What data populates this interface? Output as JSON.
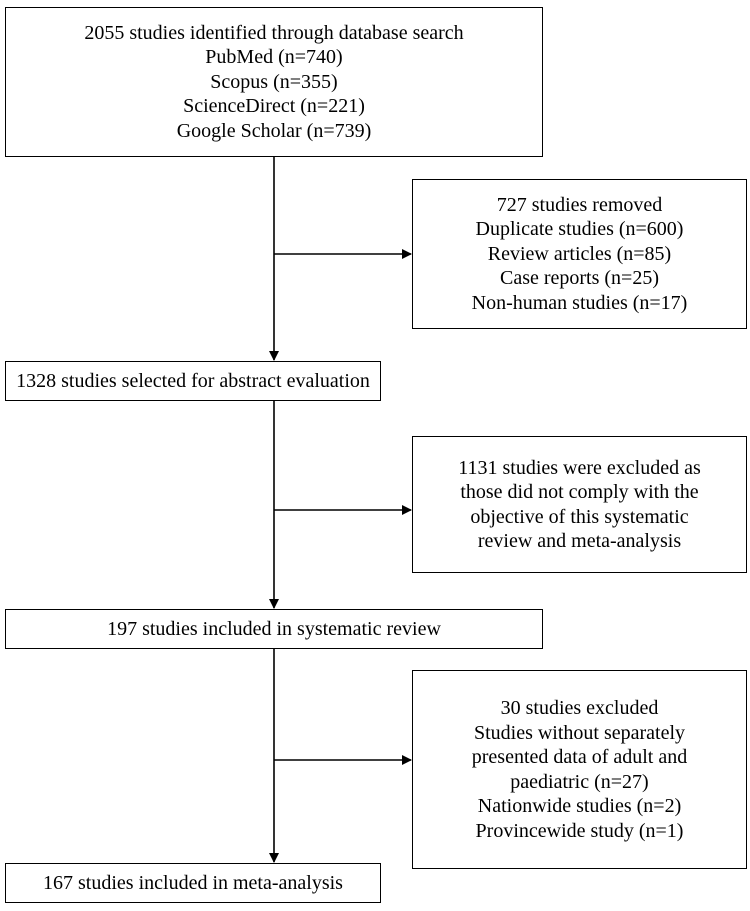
{
  "identified": {
    "title": "2055 studies identified through database search",
    "sources": [
      "PubMed (n=740)",
      "Scopus (n=355)",
      "ScienceDirect (n=221)",
      "Google Scholar (n=739)"
    ]
  },
  "removed": {
    "title": "727 studies removed",
    "reasons": [
      "Duplicate studies (n=600)",
      "Review articles (n=85)",
      "Case reports (n=25)",
      "Non-human studies (n=17)"
    ]
  },
  "abstract_evaluation": {
    "title": "1328 studies selected for abstract evaluation"
  },
  "excluded_objective": {
    "lines": [
      "1131 studies were excluded as",
      "those did not comply with the",
      "objective of this systematic",
      "review and meta-analysis"
    ]
  },
  "systematic_review": {
    "title": "197 studies included in systematic review"
  },
  "excluded_data": {
    "title": "30 studies excluded",
    "lines": [
      "Studies without separately",
      "presented data of adult and",
      "paediatric (n=27)",
      "Nationwide studies (n=2)",
      "Provincewide study (n=1)"
    ]
  },
  "meta_analysis": {
    "title": "167 studies included in meta-analysis"
  }
}
